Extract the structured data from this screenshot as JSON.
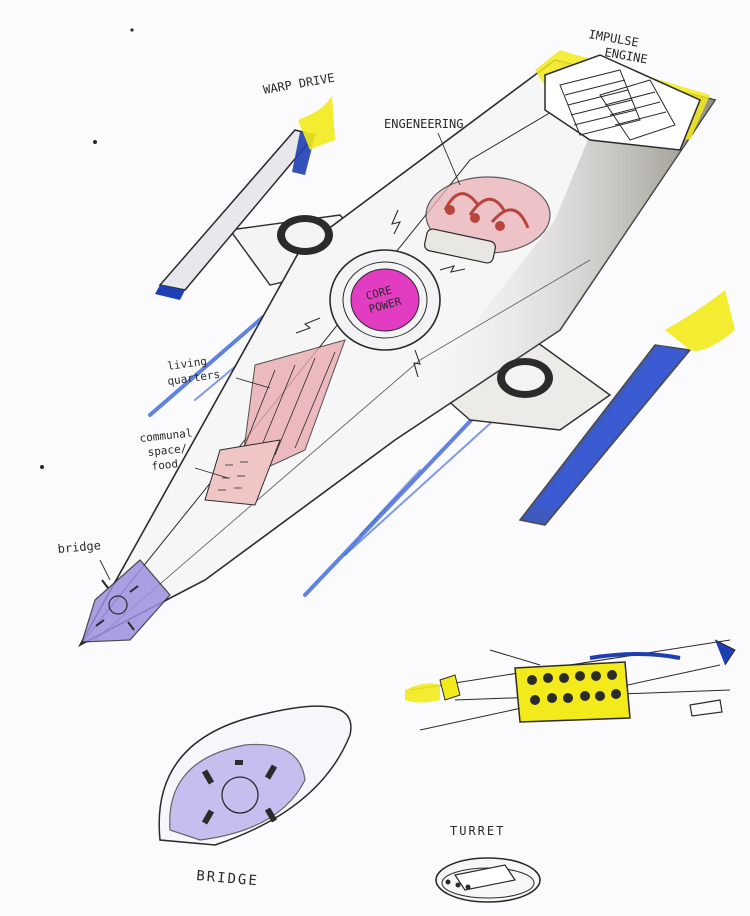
{
  "labels": {
    "impulse_engine_1": "IMPULSE",
    "impulse_engine_2": "ENGINE",
    "warp_drive": "WARP DRIVE",
    "engineering": "ENGENEERING",
    "core_power_1": "CORE",
    "core_power_2": "POWER",
    "living_quarters_1": "living",
    "living_quarters_2": "quarters",
    "communal_1": "communal",
    "communal_2": "space/",
    "communal_3": "food",
    "bridge_small": "bridge",
    "bridge": "BRIDGE",
    "turret": "TURRET"
  },
  "colors": {
    "paper": "#fbfbfd",
    "pencil": "#2b2b2b",
    "engine_yellow": "#f2ea1a",
    "warp_blue": "#1e3fb3",
    "core_magenta": "#e23dc2",
    "quarters_pink": "#e9aab0",
    "hull_grey": "#8d8a80",
    "bridge_purple": "#8c7fd8"
  }
}
